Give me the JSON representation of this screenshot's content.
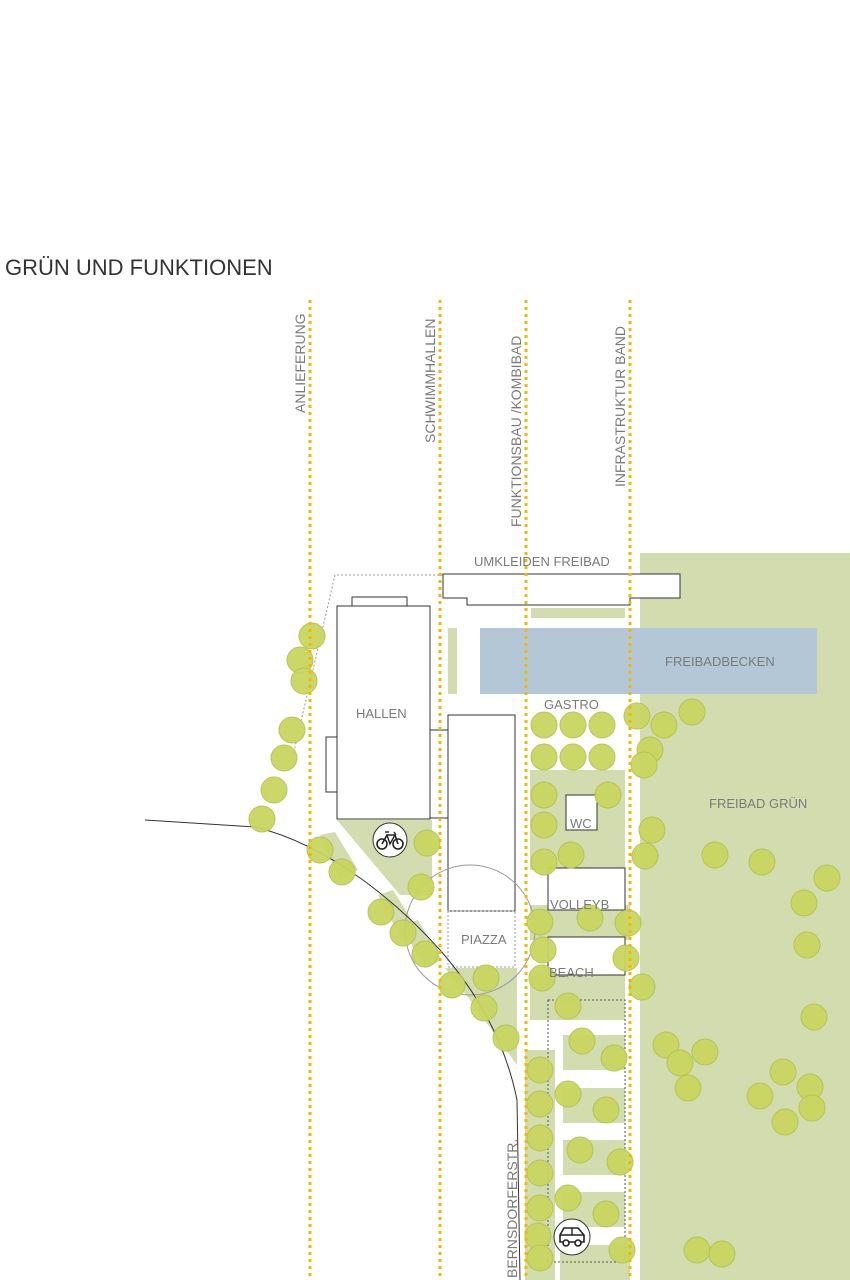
{
  "title": "GRÜN UND FUNKTIONEN",
  "colors": {
    "green_area": "#d3dcaf",
    "tree_fill": "#c9d65f",
    "tree_stroke": "#b4c253",
    "pool": "#b3c7d6",
    "band_line": "#f5b800",
    "outline": "#333333"
  },
  "bands": [
    {
      "id": "anlieferung",
      "label": "ANLIEFERUNG"
    },
    {
      "id": "schwimmhallen",
      "label": "SCHWIMMHALLEN"
    },
    {
      "id": "funktionsbau",
      "label": "FUNKTIONSBAU /KOMBIBAD"
    },
    {
      "id": "infrastruktur",
      "label": "INFRASTRUKTUR BAND"
    }
  ],
  "labels": {
    "umkleiden": "UMKLEIDEN FREIBAD",
    "freibadbecken": "FREIBADBECKEN",
    "gastro": "GASTRO",
    "hallen": "HALLEN",
    "freibad_gruen": "FREIBAD GRÜN",
    "wc": "WC",
    "volleyb": "VOLLEYB",
    "beach": "BEACH",
    "piazza": "PIAZZA",
    "street": "BERNSDORFERSTR."
  },
  "icons": {
    "bicycle": "bicycle-icon",
    "car": "car-icon"
  }
}
